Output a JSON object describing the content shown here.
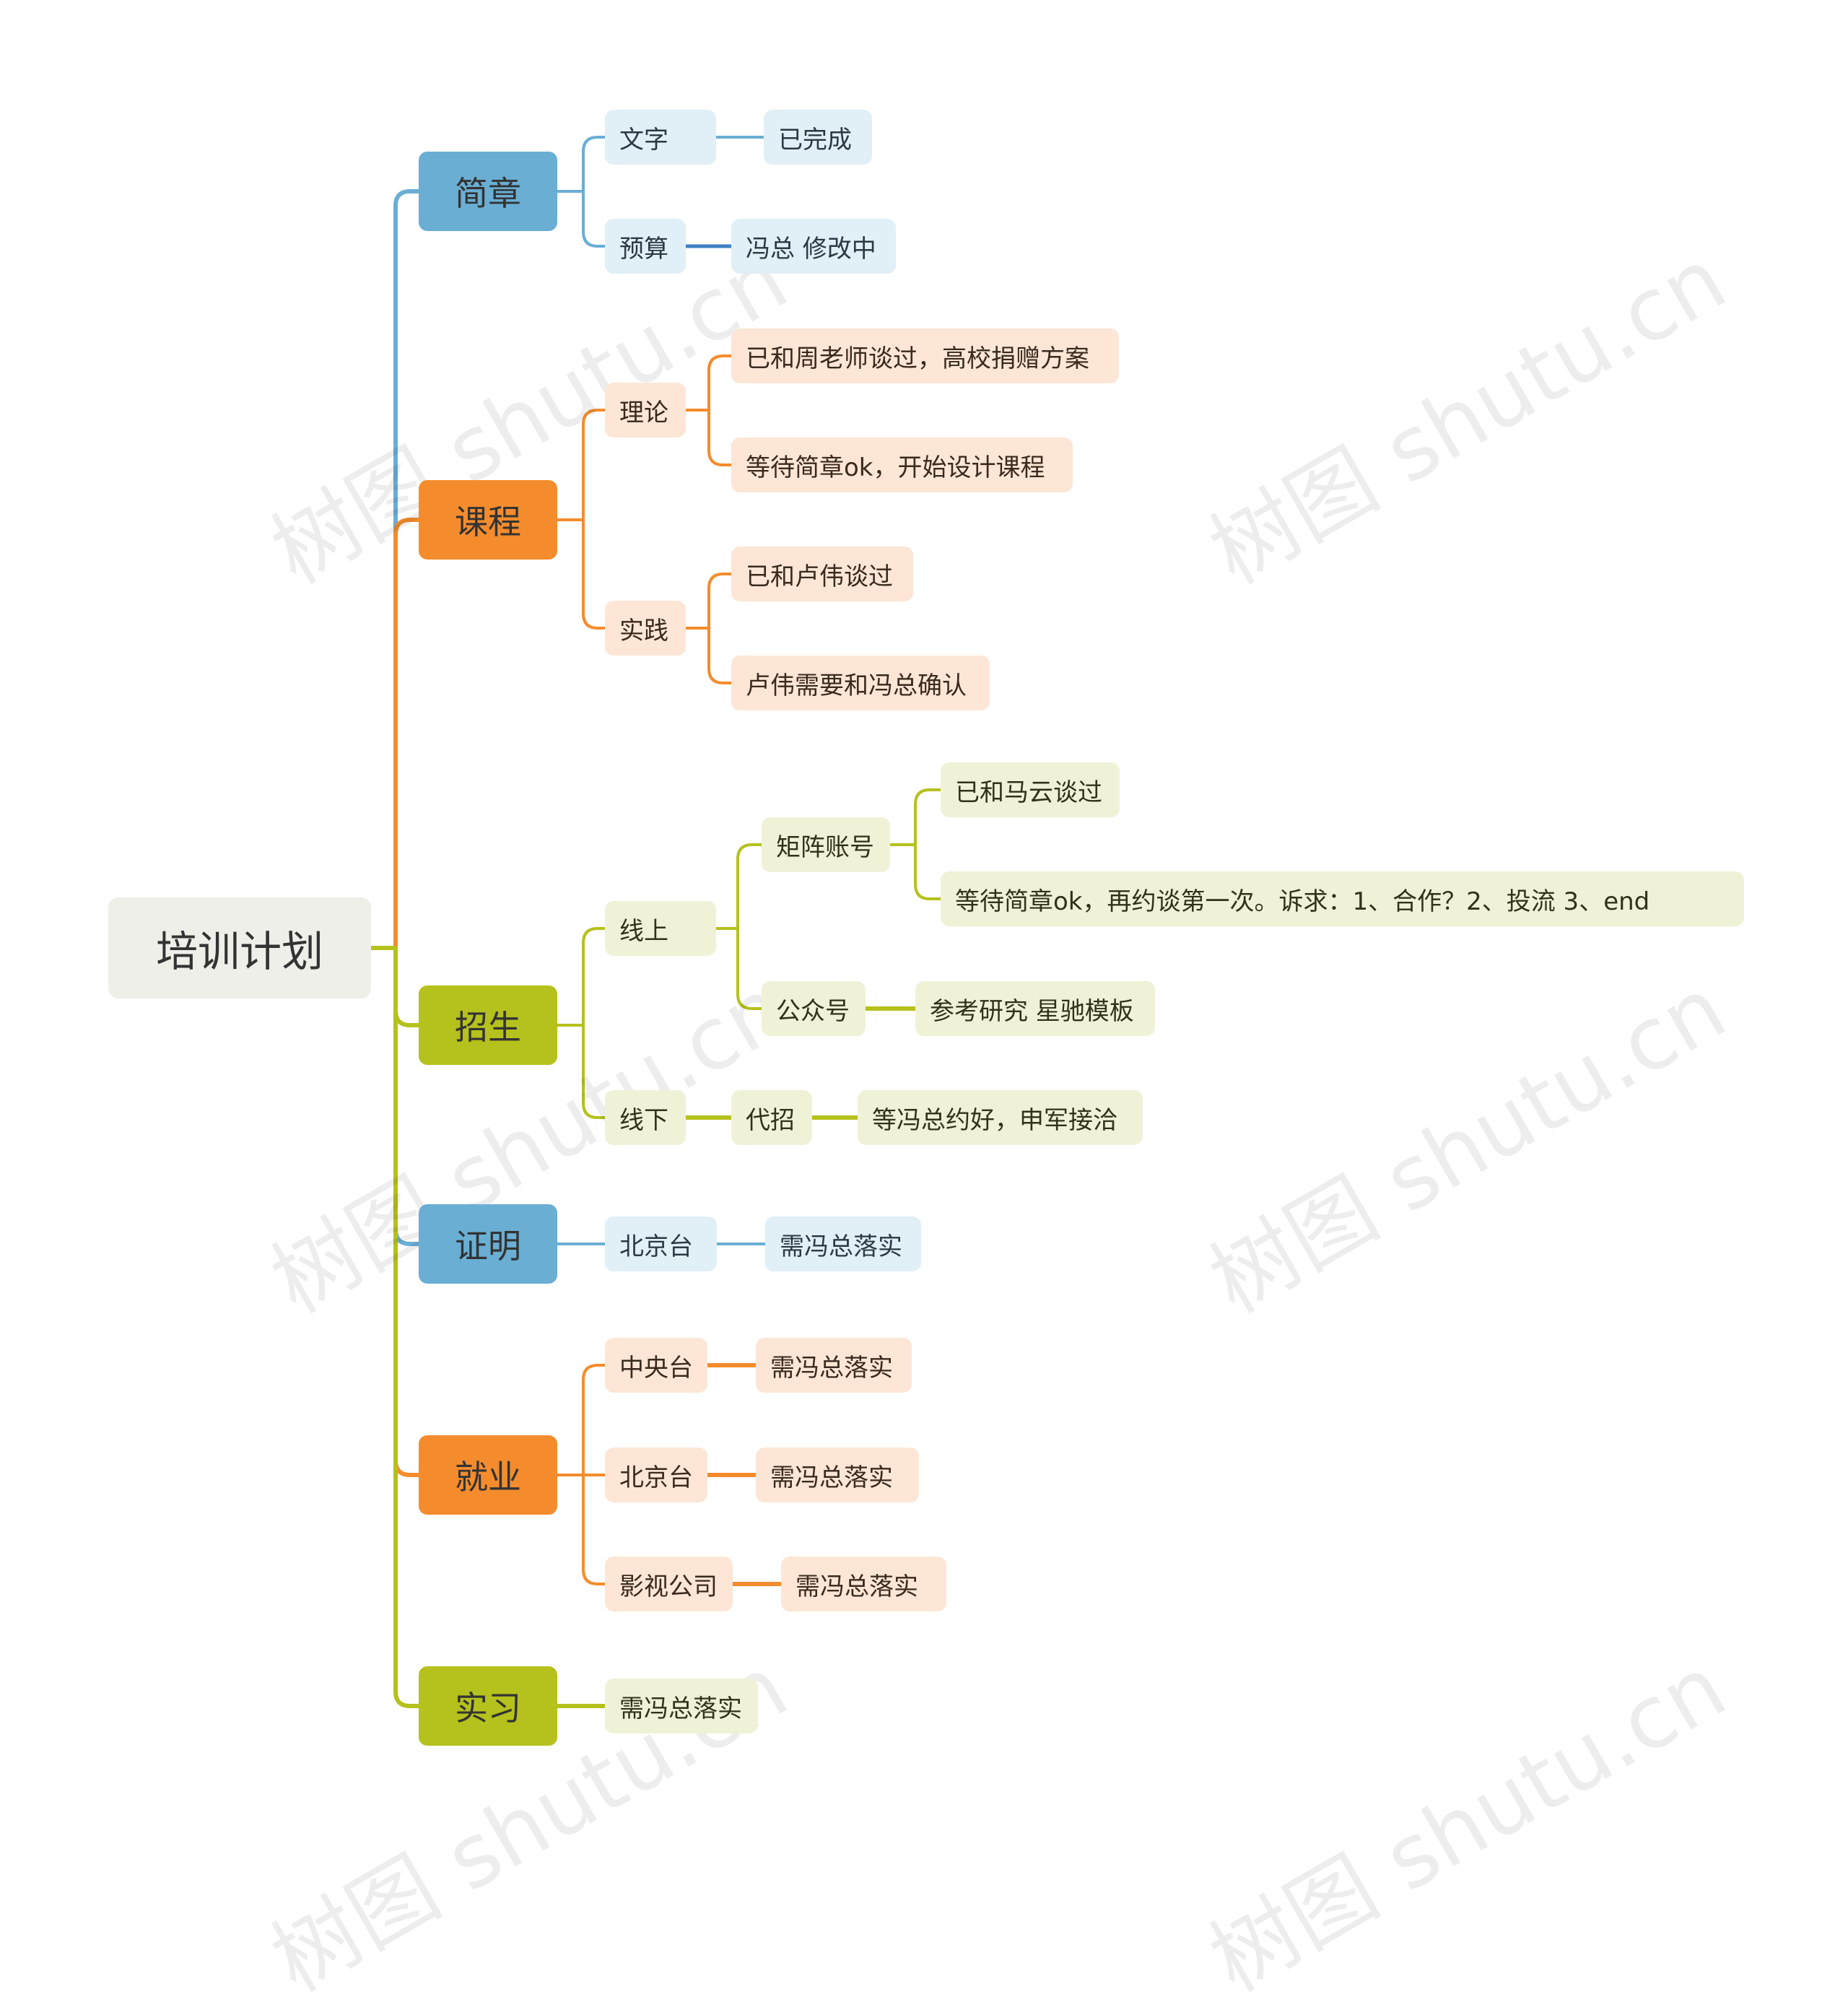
{
  "root": "培训计划",
  "branches": [
    {
      "label": "简章",
      "children": [
        {
          "label": "文字",
          "child": "已完成"
        },
        {
          "label": "预算",
          "child": "冯总 修改中"
        }
      ]
    },
    {
      "label": "课程",
      "children": [
        {
          "label": "理论",
          "items": [
            "已和周老师谈过，高校捐赠方案",
            "等待简章ok，开始设计课程"
          ]
        },
        {
          "label": "实践",
          "items": [
            "已和卢伟谈过",
            "卢伟需要和冯总确认"
          ]
        }
      ]
    },
    {
      "label": "招生",
      "children": [
        {
          "label": "线上",
          "children": [
            {
              "label": "矩阵账号",
              "items": [
                "已和马云谈过",
                "等待简章ok，再约谈第一次。诉求：1、合作？2、投流  3、end"
              ]
            },
            {
              "label": "公众号",
              "items": [
                "参考研究 星驰模板"
              ]
            }
          ]
        },
        {
          "label": "线下",
          "child": "代招",
          "grandchild": "等冯总约好，申军接洽"
        }
      ]
    },
    {
      "label": "证明",
      "children": [
        {
          "label": "北京台",
          "child": "需冯总落实"
        }
      ]
    },
    {
      "label": "就业",
      "children": [
        {
          "label": "中央台",
          "child": "需冯总落实"
        },
        {
          "label": "北京台",
          "child": "需冯总落实"
        },
        {
          "label": "影视公司",
          "child": "需冯总落实"
        }
      ]
    },
    {
      "label": "实习",
      "children": [
        {
          "label": "需冯总落实"
        }
      ]
    }
  ],
  "watermark": "树图 shutu.cn",
  "colors": {
    "blue": "#6aaed4",
    "orange": "#f48c2d",
    "green": "#b5c11c",
    "blue_light": "#e1eff6",
    "orange_light": "#fde6d6",
    "green_light": "#f0f2d8",
    "root_bg": "#efefe9",
    "budget_link": "#3e7fc4"
  }
}
